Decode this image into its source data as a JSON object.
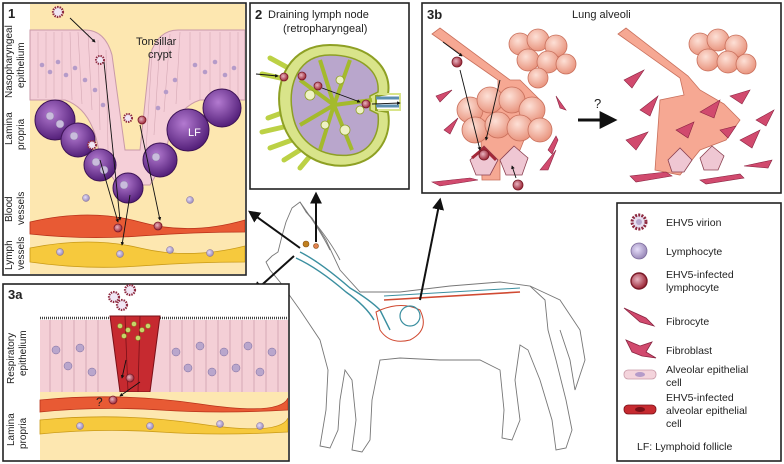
{
  "panels": {
    "p1": {
      "id": "1",
      "labels": {
        "nasopharyngeal_epithelium": [
          "Nasopharyngeal",
          "epithelium"
        ],
        "lamina_propria": [
          "Lamina",
          "propria"
        ],
        "blood_vessels": [
          "Blood",
          "vessels"
        ],
        "lymph_vessels": [
          "Lymph",
          "vessels"
        ],
        "tonsillar_crypt": [
          "Tonsillar",
          "crypt"
        ],
        "lf": "LF"
      }
    },
    "p2": {
      "id": "2",
      "title": "Draining lymph node",
      "subtitle": "(retropharyngeal)"
    },
    "p3a": {
      "id": "3a",
      "labels": {
        "respiratory_epithelium": [
          "Respiratory",
          "epithelium"
        ],
        "lamina_propria": [
          "Lamina",
          "propria"
        ],
        "question": "?"
      }
    },
    "p3b": {
      "id": "3b",
      "title": "Lung alveoli",
      "question": "?"
    }
  },
  "legend": {
    "items": [
      {
        "key": "virion",
        "text": [
          "EHV5 virion"
        ]
      },
      {
        "key": "lymphocyte",
        "text": [
          "Lymphocyte"
        ]
      },
      {
        "key": "infected_lymphocyte",
        "text": [
          "EHV5-infected",
          "lymphocyte"
        ]
      },
      {
        "key": "fibrocyte",
        "text": [
          "Fibrocyte"
        ]
      },
      {
        "key": "fibroblast",
        "text": [
          "Fibroblast"
        ]
      },
      {
        "key": "alveolar_cell",
        "text": [
          "Alveolar epithelial",
          "cell"
        ]
      },
      {
        "key": "infected_alveolar_cell",
        "text": [
          "EHV5-infected",
          "alveolar epithelial",
          "cell"
        ]
      }
    ],
    "footnote": "LF: Lymphoid follicle"
  },
  "colors": {
    "virion": "#8e2a40",
    "lymphocyte": "#b8a9cf",
    "infected": "#a52a3a",
    "follicle": "#6f2a8f",
    "tissue": "#fbe3a6",
    "epithelium": "#f2c9d3",
    "lung": "#f6b4a2",
    "blood": "#e0462a",
    "lymph": "#f4c23a",
    "node": "#c7d86a"
  }
}
